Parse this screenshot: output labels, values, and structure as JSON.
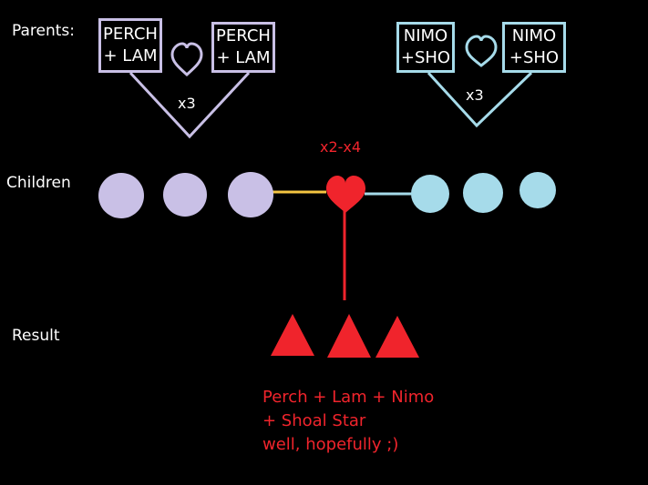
{
  "labels": {
    "parents": "Parents:",
    "children": "Children",
    "result": "Result"
  },
  "parents": {
    "left_a": [
      "PERCH",
      "+ LAM"
    ],
    "left_b": [
      "PERCH",
      "+ LAM"
    ],
    "right_a": [
      "NIMO",
      "+SHO"
    ],
    "right_b": [
      "NIMO",
      "+SHO"
    ],
    "left_multiplier": "x3",
    "right_multiplier": "x3"
  },
  "children": {
    "left_count": 3,
    "right_count": 3,
    "merge_multiplier": "x2-x4"
  },
  "result": {
    "count": 3,
    "note": [
      "Perch + Lam + Nimo",
      "+ Shoal Star",
      "well, hopefully ;)"
    ]
  },
  "colors": {
    "lavender": "#c9c0e6",
    "cyan": "#a6dbea",
    "red": "#f0242c",
    "yellow": "#f5c542"
  }
}
